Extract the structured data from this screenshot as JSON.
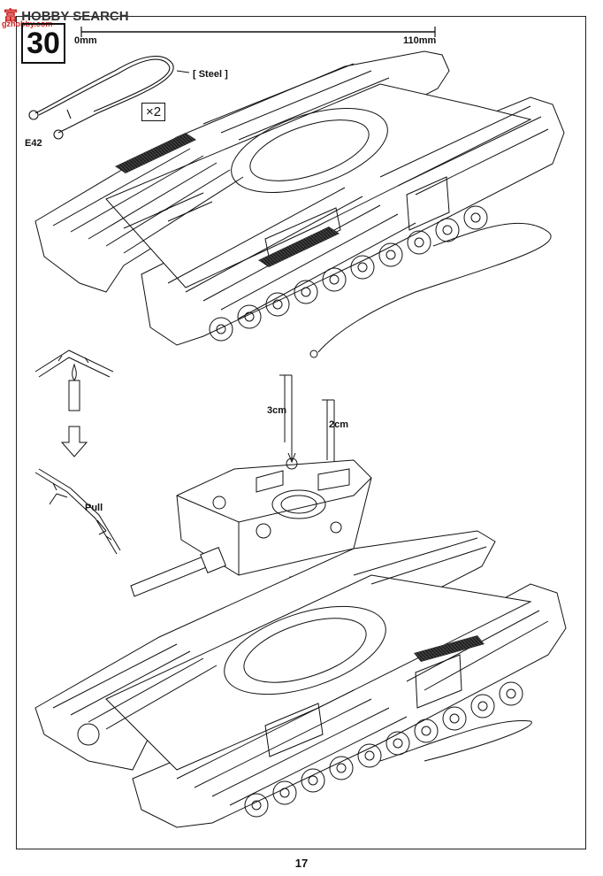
{
  "watermark": {
    "logo": "富",
    "text": "HOBBY SEARCH",
    "sub": "gzhobby.com"
  },
  "step": {
    "number": "30"
  },
  "ruler": {
    "start_label": "0mm",
    "end_label": "110mm"
  },
  "labels": {
    "steel": "[ Steel ]",
    "part_code": "E42",
    "quantity": "×2",
    "pull": "Pull",
    "dim_3cm": "3cm",
    "dim_2cm": "2cm"
  },
  "page": {
    "number": "17"
  }
}
